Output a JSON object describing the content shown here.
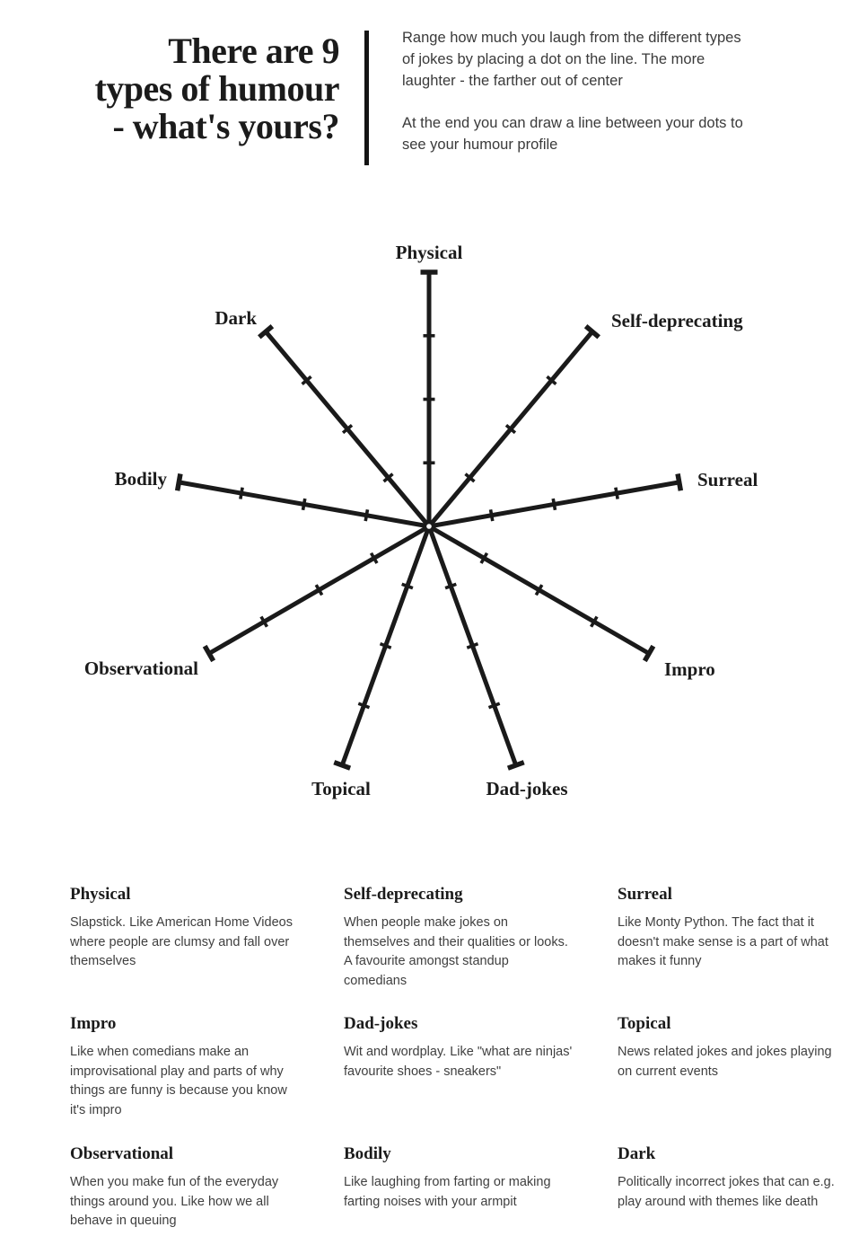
{
  "page": {
    "background": "#ffffff",
    "ink_color": "#1a1a1a",
    "body_text_color": "#3f3f3f"
  },
  "header": {
    "title_lines": [
      "There are 9",
      "types of humour",
      "- what's yours?"
    ],
    "instructions": [
      "Range how much you laugh from the different types of jokes by placing a dot on the line. The more laughter - the farther out of center",
      "At the end you can draw a line between your dots to see your humour profile"
    ]
  },
  "chart_data": {
    "type": "radar",
    "title": "There are 9 types of humour - what's yours?",
    "axes": [
      "Physical",
      "Self-deprecating",
      "Surreal",
      "Impro",
      "Dad-jokes",
      "Topical",
      "Observational",
      "Bodily",
      "Dark"
    ],
    "axis_count": 9,
    "ticks_per_axis": 4,
    "scale": [
      0,
      4
    ],
    "series": [],
    "legend": "none",
    "grid": "spokes-with-tick-marks-only"
  },
  "descriptions": [
    {
      "title": "Physical",
      "text": "Slapstick. Like American Home Videos where people are clumsy and fall over themselves"
    },
    {
      "title": "Self-deprecating",
      "text": "When people make jokes on themselves and their qualities or looks. A favourite amongst standup comedians"
    },
    {
      "title": "Surreal",
      "text": "Like Monty Python. The fact that it doesn't make sense is a part of what makes it funny"
    },
    {
      "title": "Impro",
      "text": "Like when comedians make an improvisational play and parts of why things are funny is because you know it's impro"
    },
    {
      "title": "Dad-jokes",
      "text": "Wit and wordplay. Like \"what are ninjas' favourite shoes - sneakers\""
    },
    {
      "title": "Topical",
      "text": "News related jokes and jokes playing on current events"
    },
    {
      "title": "Observational",
      "text": "When you make fun of the everyday things around you. Like how we all behave in queuing"
    },
    {
      "title": "Bodily",
      "text": "Like laughing from farting or making farting noises with your armpit"
    },
    {
      "title": "Dark",
      "text": "Politically incorrect jokes that can e.g. play around with themes like death"
    }
  ]
}
